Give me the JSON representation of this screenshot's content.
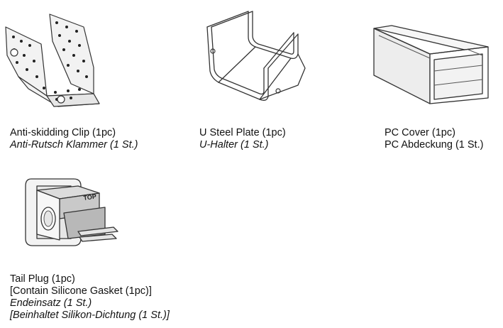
{
  "parts": [
    {
      "id": "anti-skidding-clip",
      "lines": [
        {
          "text": "Anti-skidding Clip (1pc)",
          "italic": false
        },
        {
          "text": "Anti-Rutsch Klammer (1 St.)",
          "italic": true
        }
      ]
    },
    {
      "id": "u-steel-plate",
      "lines": [
        {
          "text": "U Steel Plate (1pc)",
          "italic": false
        },
        {
          "text": "U-Halter (1 St.)",
          "italic": true
        }
      ]
    },
    {
      "id": "pc-cover",
      "lines": [
        {
          "text": "PC Cover (1pc)",
          "italic": false
        },
        {
          "text": "PC Abdeckung (1 St.)",
          "italic": false
        }
      ]
    },
    {
      "id": "tail-plug",
      "label_top": "TOP",
      "lines": [
        {
          "text": "Tail Plug (1pc)",
          "italic": false
        },
        {
          "text": "[Contain Silicone Gasket (1pc)]",
          "italic": false
        },
        {
          "text": "Endeinsatz (1 St.)",
          "italic": true
        },
        {
          "text": "[Beinhaltet Silikon-Dichtung (1 St.)]",
          "italic": true
        }
      ]
    }
  ]
}
